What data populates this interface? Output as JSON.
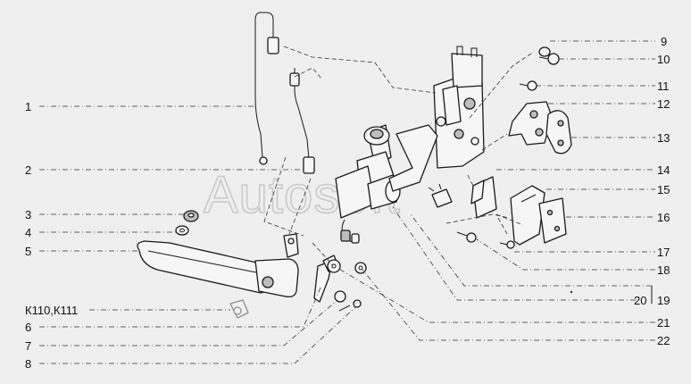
{
  "watermark": "Autosoft",
  "callouts": {
    "c1": "1",
    "c2": "2",
    "c3": "3",
    "c4": "4",
    "c5": "5",
    "c6": "6",
    "c7": "7",
    "c8": "8",
    "c9": "9",
    "c10": "10",
    "c11": "11",
    "c12": "12",
    "c13": "13",
    "c14": "14",
    "c15": "15",
    "c16": "16",
    "c17": "17",
    "c18": "18",
    "c19": "19",
    "c20": "20",
    "c21": "21",
    "c22": "22"
  },
  "variant_label": "К110,К111"
}
